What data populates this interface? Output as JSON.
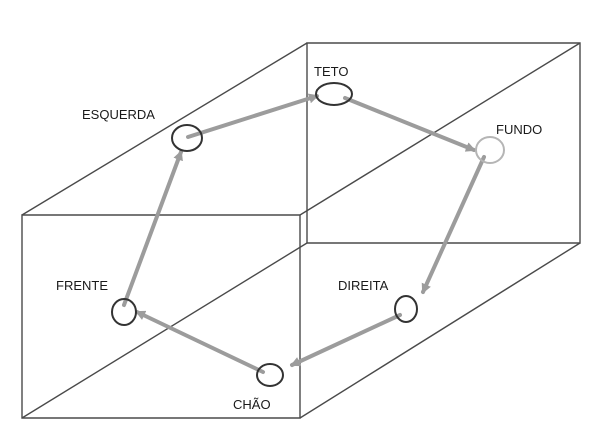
{
  "diagram": {
    "nodes": [
      {
        "id": "teto",
        "label": "TETO"
      },
      {
        "id": "fundo",
        "label": "FUNDO"
      },
      {
        "id": "direita",
        "label": "DIREITA"
      },
      {
        "id": "chao",
        "label": "CHÃO"
      },
      {
        "id": "frente",
        "label": "FRENTE"
      },
      {
        "id": "esquerda",
        "label": "ESQUERDA"
      }
    ],
    "cycle": [
      "teto",
      "fundo",
      "direita",
      "chao",
      "frente",
      "esquerda",
      "teto"
    ],
    "colors": {
      "cube_edges": "#4a4a4a",
      "path_arrows": "#9c9c9c",
      "node_rings": "#333333",
      "labels": "#1a1a1a"
    }
  }
}
